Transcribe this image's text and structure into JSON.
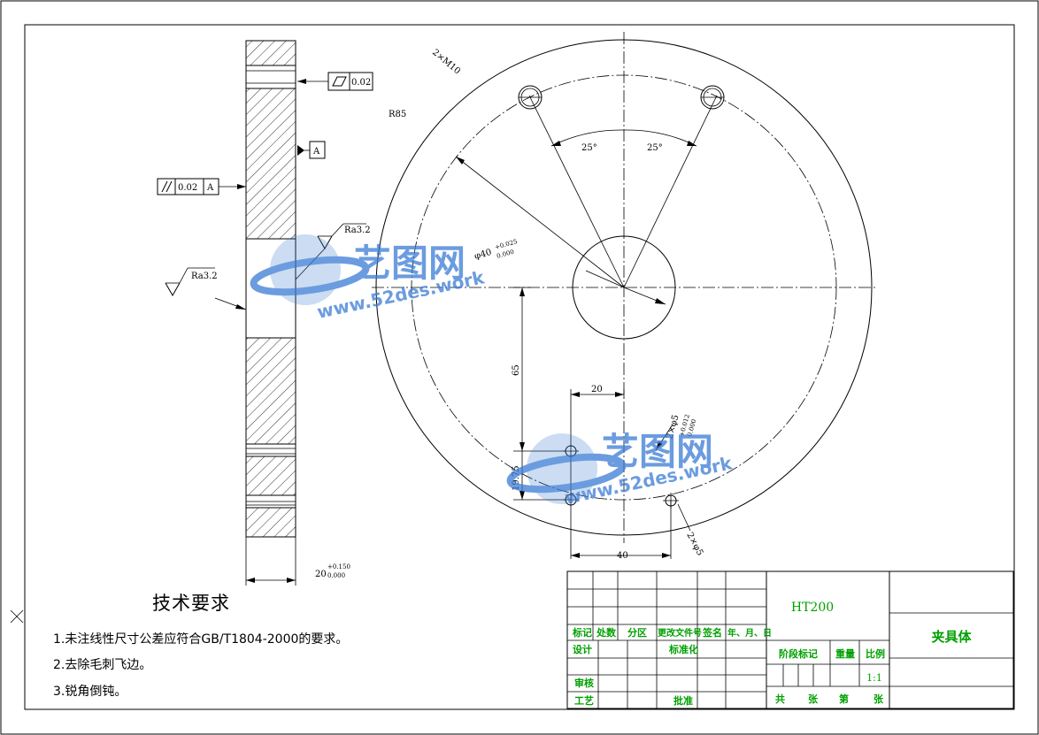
{
  "drawing": {
    "flatness_tol": "0.02",
    "datum_label": "A",
    "parallel_tol": "0.02",
    "parallel_datum": "A",
    "rough_1": "Ra3.2",
    "rough_2": "Ra3.2",
    "thread_note": "2×M10",
    "radius_note": "R85",
    "angle_left": "25°",
    "angle_right": "25°",
    "bore_dia": "φ40",
    "bore_tol_up": "+0.025",
    "bore_tol_low": "0.000",
    "dim_65": "65",
    "dim_20": "20",
    "dim_19_75": "19.75",
    "dim_40": "40",
    "holes_note": "2×φ5",
    "holes_tol_up": "+0.012",
    "holes_tol_low": "0.000",
    "holes_2": "2×φ5",
    "thickness": "20",
    "thick_tol_up": "+0.150",
    "thick_tol_low": "0.000"
  },
  "tech_requirements": {
    "title": "技术要求",
    "items": [
      "1.未注线性尺寸公差应符合GB/T1804-2000的要求。",
      "2.去除毛刺飞边。",
      "3.锐角倒钝。"
    ]
  },
  "title_block": {
    "material": "HT200",
    "part_name": "夹具体",
    "row_labels": [
      "标记",
      "处数",
      "分区",
      "更改文件号",
      "签名",
      "年、月、日"
    ],
    "design": "设计",
    "standardize": "标准化",
    "stage_mark": "阶段标记",
    "weight": "重量",
    "scale_label": "比例",
    "scale": "1:1",
    "review": "审核",
    "process": "工艺",
    "approve": "批准",
    "total": "共",
    "sheets": "张",
    "sheet_no": "第",
    "page": "张"
  },
  "watermark": {
    "brand": "艺图网",
    "url": "www.52des.work"
  },
  "colors": {
    "title_block_text": "#00a000",
    "watermark": "#3a7bd5"
  }
}
